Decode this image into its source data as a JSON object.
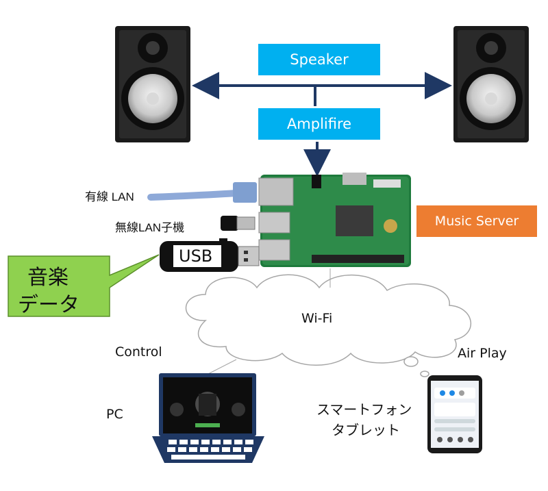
{
  "speaker_label": "Speaker",
  "amplifier_label": "Amplifire",
  "music_server_label": "Music Server",
  "wired_lan_label": "有線 LAN",
  "wireless_lan_label": "無線LAN子機",
  "usb_label": "USB",
  "callout_line1": "音楽",
  "callout_line2": "データ",
  "wifi_label": "Wi-Fi",
  "control_label": "Control",
  "airplay_label": "Air Play",
  "pc_label": "PC",
  "smartphone_line1": "スマートフォン",
  "smartphone_line2": "タブレット",
  "colors": {
    "speaker_box": "#00b0f0",
    "music_server_box": "#ed7d31",
    "callout_fill": "#8fd14f",
    "arrow": "#1f3864",
    "laptop": "#1f3864",
    "cloud_fill": "#ffffff",
    "cloud_stroke": "#a6a6a6"
  }
}
